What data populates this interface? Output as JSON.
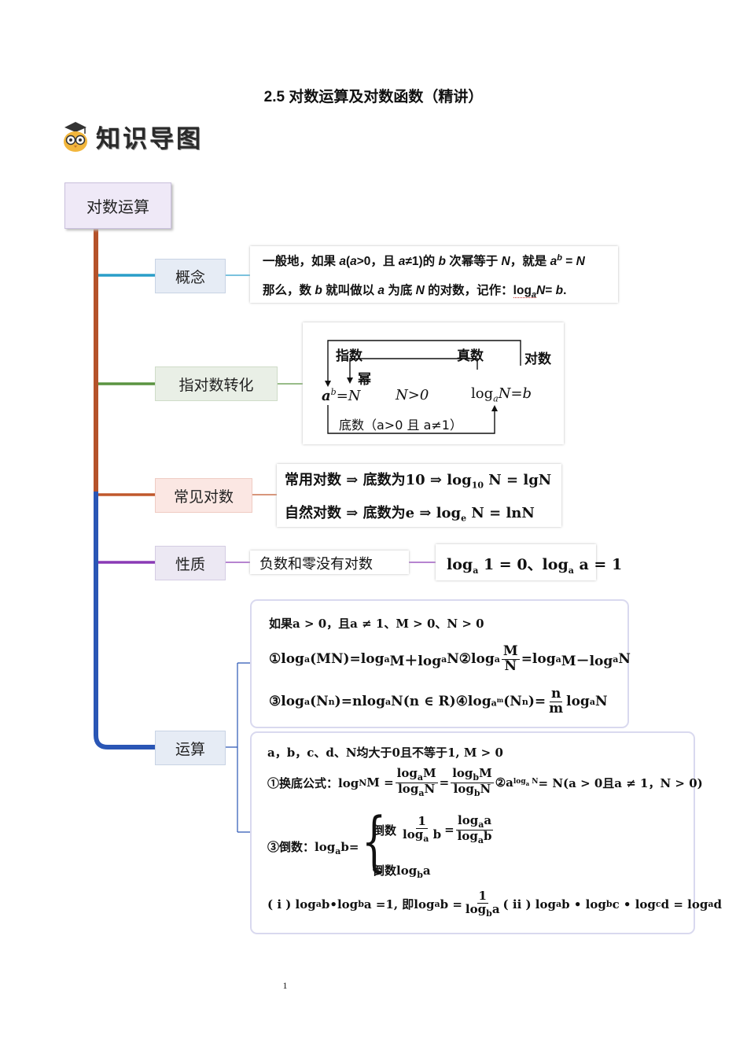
{
  "title": "2.5 对数运算及对数函数（精讲）",
  "logo": {
    "text": "知识导图",
    "icon": "owl-graduate-icon"
  },
  "root": {
    "label": "对数运算"
  },
  "colors": {
    "trunk_top": "#b5522a",
    "trunk_bottom": "#2a56b5",
    "b1": "#2a9ec9",
    "b2": "#5a9440",
    "b3": "#c0582c",
    "b4": "#8a3ab5",
    "b5": "#2a56b5"
  },
  "branches": {
    "concept": {
      "label": "概念",
      "line1": {
        "t1": "一般地，如果 ",
        "a": "a",
        "t2": "(",
        "a2": "a",
        "t3": ">0，且 ",
        "a3": "a",
        "t4": "≠1)的 ",
        "b": "b",
        "t5": " 次幂等于 ",
        "N": "N",
        "t6": "，就是 ",
        "a4": "a",
        "sup": "b",
        "t7": " = ",
        "N2": "N"
      },
      "line2": {
        "t1": "那么，数 ",
        "b": "b",
        "t2": " 就叫做以 ",
        "a": "a",
        "t3": " 为底 ",
        "N": "N",
        "t4": " 的对数，记作：",
        "log": "log",
        "sub": "a",
        "N2": "N",
        "t5": "= ",
        "b2": "b",
        "t6": "."
      }
    },
    "convert": {
      "label": "指对数转化",
      "zhishu": "指数",
      "zhenshu": "真数",
      "duishu": "对数",
      "mi": "幂",
      "left_a": "a",
      "left_sup": "b",
      "left_rest": "=N",
      "mid": "N>0",
      "right_log": "log",
      "right_sub": "a",
      "right_rest": "N=b",
      "base": "底数（a>0 且 a≠1）"
    },
    "common": {
      "label": "常见对数",
      "line1": {
        "t1": "常用对数 ⇒ 底数为10 ⇒ ",
        "log": "log",
        "sub": "10",
        "t2": " N = lgN"
      },
      "line2": {
        "t1": "自然对数 ⇒ 底数为e ⇒ ",
        "log": "log",
        "sub": "e",
        "t2": " N = lnN"
      }
    },
    "property": {
      "label": "性质",
      "text": "负数和零没有对数",
      "f": {
        "log1": "log",
        "sub1": "a",
        "t1": " 1 = 0、",
        "log2": "log",
        "sub2": "a",
        "t2": " a = 1"
      }
    },
    "operation": {
      "label": "运算",
      "card1": {
        "cond": "如果a > 0，且a ≠ 1、M > 0、N > 0",
        "r1a": "①log",
        "r1a_sub": "a",
        "r1b": "(MN)=log",
        "r1b_sub": "a",
        "r1c": "M＋log",
        "r1c_sub": "a",
        "r1d": "N②log",
        "r1d_sub": "a",
        "fM": "M",
        "fN": "N",
        "r1e": "=log",
        "r1e_sub": "a",
        "r1f": "M－log",
        "r1f_sub": "a",
        "r1g": "N",
        "r2a": "③log",
        "r2a_sub": "a",
        "r2b": "(N",
        "r2b_sup": "n",
        "r2c": ")=nlog",
        "r2c_sub": "a",
        "r2d": "N(n ∈ R)④log",
        "r2d_sub": "a",
        "r2d_sub2": "m",
        "r2e": "(N",
        "r2e_sup": "n",
        "r2f": ")=",
        "fn": "n",
        "fm": "m",
        "r2g": "log",
        "r2g_sub": "a",
        "r2h": "N"
      },
      "card2": {
        "cond": "a，b，c、d、N均大于0且不等于1, M > 0",
        "r1a": "①换底公式：log",
        "r1a_sub": "N",
        "r1b": "M =",
        "f1n": "log",
        "f1n_sub": "a",
        "f1n2": "M",
        "f1d": "log",
        "f1d_sub": "a",
        "f1d2": "N",
        "eq": "=",
        "f2n": "log",
        "f2n_sub": "b",
        "f2n2": "M",
        "f2d": "log",
        "f2d_sub": "b",
        "f2d2": "N",
        "r1c": "②a",
        "r1c_sup": "log",
        "r1c_supsub": "a",
        "r1c_sup2": " N",
        "r1d": " = N(a > 0且a ≠ 1，N > 0)",
        "r2a": "③倒数：log",
        "r2a_sub": "a",
        "r2b": "b=",
        "b1": "倒数",
        "b1_fn": "1",
        "b1_fd": "log",
        "b1_fd_sub": "a",
        "b1_fd2": " b",
        "b1_eq": "=",
        "b1_gn": "log",
        "b1_gn_sub": "a",
        "b1_gn2": "a",
        "b1_gd": "log",
        "b1_gd_sub": "a",
        "b1_gd2": "b",
        "b2": "倒数",
        "b2_log": "log",
        "b2_sub": "b",
        "b2_rest": "a",
        "r3a": "( i ) log",
        "r3a_sub": "a",
        "r3b": "b•log",
        "r3b_sub": "b",
        "r3c": "a =1, 即log",
        "r3c_sub": "a",
        "r3d": "b =",
        "f3n": "1",
        "f3d": "log",
        "f3d_sub": "b",
        "f3d2": "a",
        "r3e": "( ii ) log",
        "r3e_sub": "a",
        "r3f": "b • log",
        "r3f_sub": "b",
        "r3g": "c • log",
        "r3g_sub": "c",
        "r3h": "d = log",
        "r3h_sub": "a",
        "r3i": "d"
      }
    }
  },
  "page_number": "1"
}
